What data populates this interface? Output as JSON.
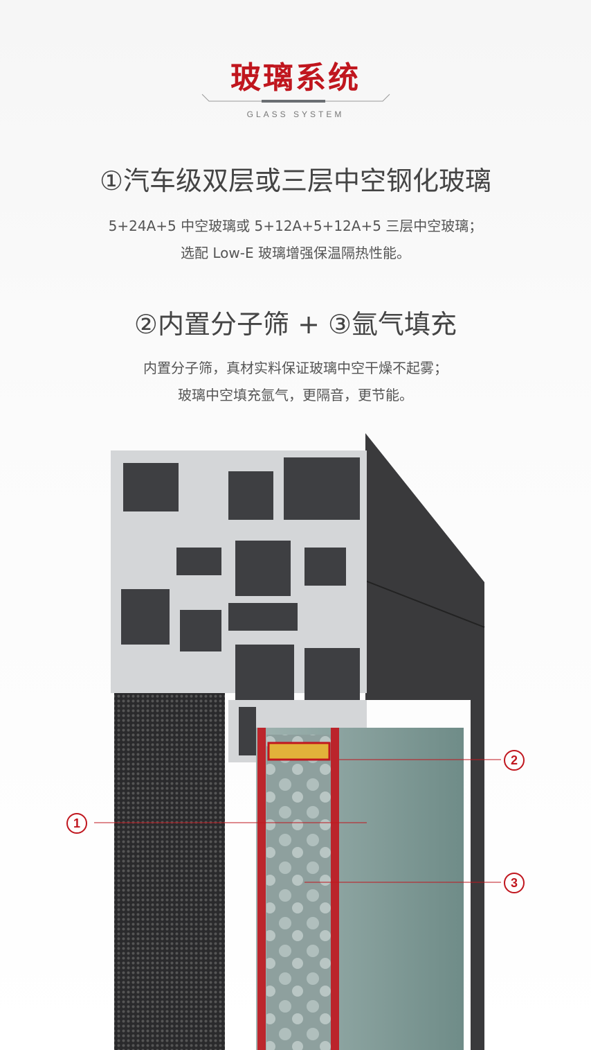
{
  "header": {
    "title": "玻璃系统",
    "subtitle": "GLASS SYSTEM"
  },
  "section1": {
    "heading": "①汽车级双层或三层中空钢化玻璃",
    "lines": [
      "5+24A+5 中空玻璃或 5+12A+5+12A+5 三层中空玻璃；",
      "选配 Low-E 玻璃增强保温隔热性能。"
    ]
  },
  "section2": {
    "heading": "②内置分子筛 + ③氩气填充",
    "lines": [
      "内置分子筛，真材实料保证玻璃中空干燥不起雾；",
      "玻璃中空填充氩气，更隔音，更节能。"
    ]
  },
  "diagram": {
    "callouts": [
      "1",
      "2",
      "3"
    ],
    "colors": {
      "accent": "#c0161e",
      "frame": "#3a3a3c",
      "glass": "#8fa8a3"
    }
  }
}
